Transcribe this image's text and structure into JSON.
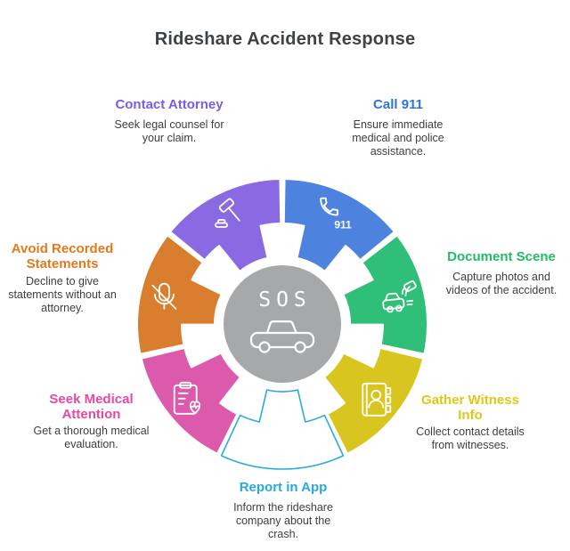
{
  "title": "Rideshare Accident Response",
  "colors": {
    "title_text": "#3F4245",
    "body_text": "#3D4043",
    "center_gray": "#A7A8AA",
    "report_outline": "#29ABE2",
    "icon_stroke": "#FFFFFF"
  },
  "center": {
    "label": "SOS",
    "icon": "car-icon"
  },
  "steps": [
    {
      "id": "call-911",
      "title": "Call 911",
      "description": "Ensure immediate medical and police assistance.",
      "color": "#4D82DF",
      "title_color": "#2D74D9",
      "icon": "phone-911-icon",
      "icon_label": "911"
    },
    {
      "id": "document-scene",
      "title": "Document Scene",
      "description": "Capture photos and videos of the accident.",
      "color": "#2FBF78",
      "title_color": "#21BD66",
      "icon": "traffic-camera-icon"
    },
    {
      "id": "gather-witness-info",
      "title": "Gather Witness Info",
      "description": "Collect contact details from witnesses.",
      "color": "#D9C520",
      "title_color": "#E2C716",
      "icon": "address-book-icon"
    },
    {
      "id": "report-in-app",
      "title": "Report in App",
      "description": "Inform the rideshare company about the crash.",
      "color": "#FFFFFF",
      "outline": "#29ABE2",
      "title_color": "#29A8E0",
      "icon": null
    },
    {
      "id": "seek-medical-attention",
      "title": "Seek Medical Attention",
      "description": "Get a thorough medical evaluation.",
      "color": "#DC5AAB",
      "title_color": "#E8489F",
      "icon": "medical-clipboard-icon"
    },
    {
      "id": "avoid-recorded-statements",
      "title": "Avoid Recorded Statements",
      "description": "Decline to give statements without an attorney.",
      "color": "#D97E2F",
      "title_color": "#E2791C",
      "icon": "muted-microphone-icon"
    },
    {
      "id": "contact-attorney",
      "title": "Contact Attorney",
      "description": "Seek legal counsel for your claim.",
      "color": "#8A6AE3",
      "title_color": "#7A5CE8",
      "icon": "gavel-icon"
    }
  ]
}
